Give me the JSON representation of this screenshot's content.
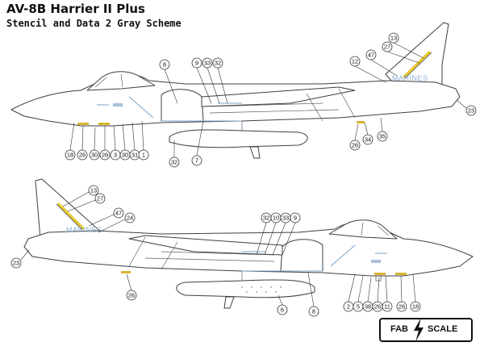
{
  "header": {
    "title": "AV-8B Harrier II Plus",
    "subtitle": "Stencil and Data 2 Gray Scheme"
  },
  "aircraft_top": {
    "tail_text": "MARINES",
    "callouts": [
      "8",
      "9",
      "33",
      "32",
      "13",
      "27",
      "47",
      "12",
      "23",
      "18",
      "26",
      "30",
      "26",
      "3",
      "30",
      "31",
      "1",
      "32",
      "7",
      "26",
      "34",
      "35"
    ]
  },
  "aircraft_bottom": {
    "tail_text": "MARINES",
    "callouts": [
      "13",
      "27",
      "47",
      "24",
      "23",
      "32",
      "10",
      "33",
      "9",
      "26",
      "6",
      "8",
      "2",
      "5",
      "38",
      "26",
      "11",
      "26",
      "18"
    ]
  },
  "logo": {
    "left": "FAB",
    "right": "SCALE",
    "icon": "lightning-bolt-icon"
  }
}
